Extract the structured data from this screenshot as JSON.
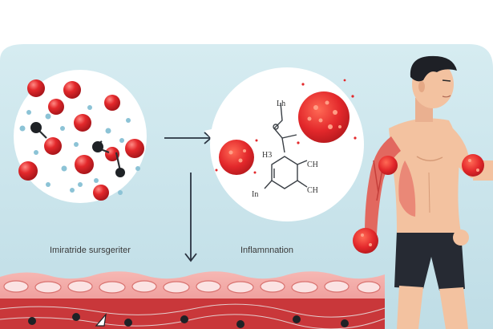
{
  "labels": {
    "left": "Imiratride sursgeriter",
    "middle": "Inflamnnation"
  },
  "chem_labels": {
    "top": "Lh",
    "mid": "H3",
    "right_top": "CH",
    "right_bottom": "CH",
    "bottom": "In"
  },
  "colors": {
    "sky": "#cfe7ee",
    "red_cell": "#e3282b",
    "tissue": "#f2a5a5",
    "tissue_dark": "#b8262a",
    "skin": "#f3c2a0",
    "shorts": "#262a33"
  }
}
